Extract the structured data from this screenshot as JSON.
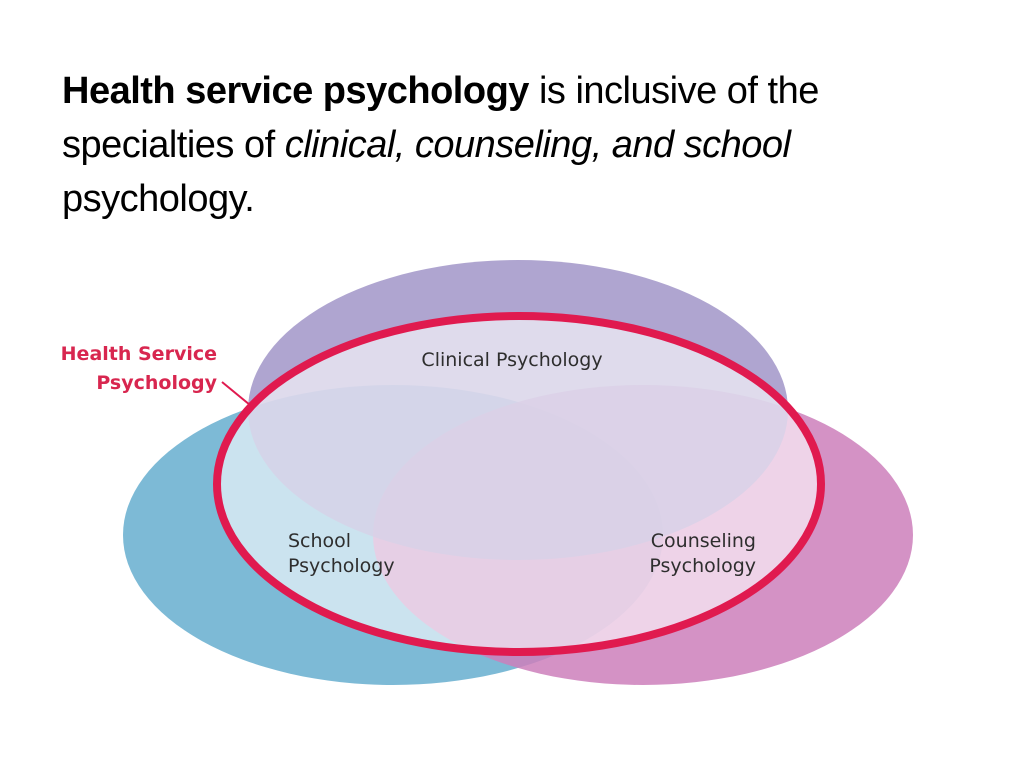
{
  "heading": {
    "bold_text": "Health service psychology",
    "text_after_bold": " is inclusive of the specialties of ",
    "italic_text": "clinical, counseling, and school",
    "text_end": " psychology."
  },
  "diagram": {
    "clinical": {
      "line1": "Clinical Psychology"
    },
    "school": {
      "line1": "School",
      "line2": "Psychology"
    },
    "counseling": {
      "line1": "Counseling",
      "line2": "Psychology"
    },
    "hsp": {
      "line1": "Health Service",
      "line2": "Psychology"
    }
  },
  "colors": {
    "clinical": "#9b8ec4",
    "school": "#6fb2d1",
    "counseling": "#cc7fbb",
    "hsp_ring": "#e01a4f",
    "hsp_label": "#d8264f"
  }
}
